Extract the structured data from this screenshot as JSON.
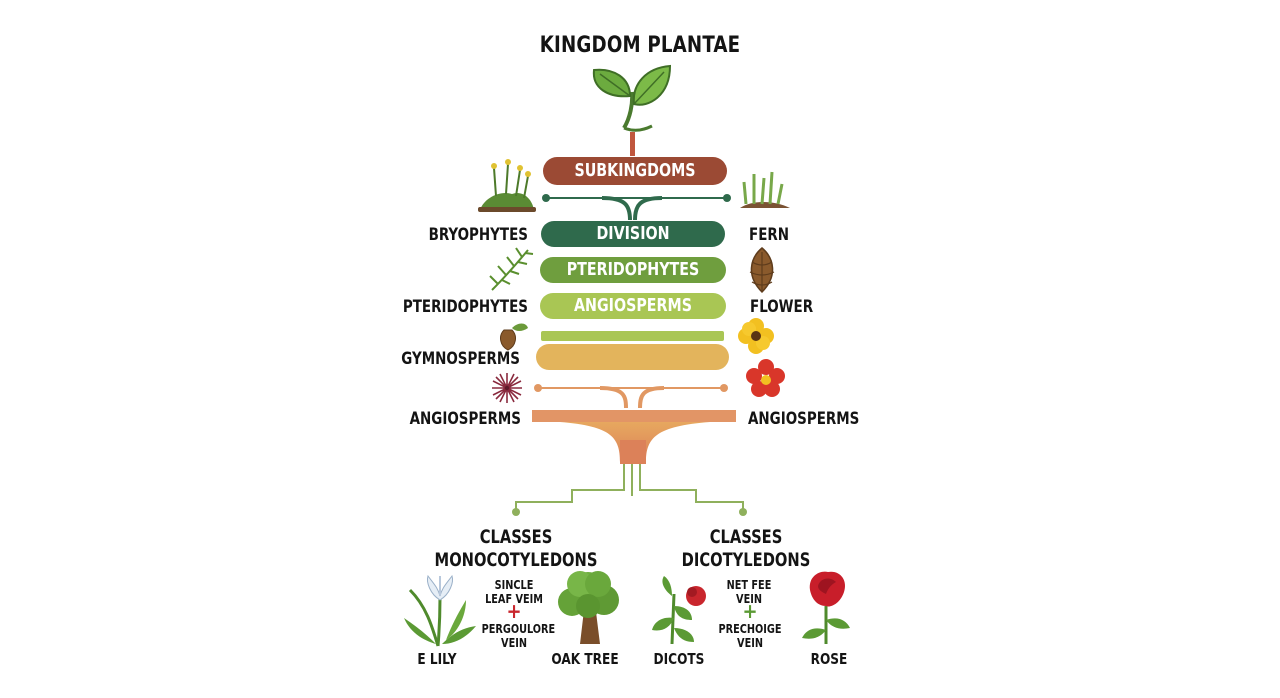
{
  "title": "KINGDOM PLANTAE",
  "bands": {
    "subkingdoms": "SUBKINGDOMS",
    "division": "DIVISION",
    "pteridophytes": "PTERIDOPHYTES",
    "angiosperms": "ANGIOSPERMS"
  },
  "left_labels": [
    "BRYOPHYTES",
    "PTERIDOPHYTES",
    "GYMNOSPERMS",
    "ANGIOSPERMS"
  ],
  "right_labels": [
    "FERN",
    "FLOWER",
    "ANGIOSPERMS"
  ],
  "classes": {
    "mono": {
      "heading": "CLASSES",
      "name": "MONOCOTYLEDONS",
      "note1": "SINCLE LEAF VEIM",
      "plus": "+",
      "note2": "PERGOULORE VEIN",
      "cap_left": "E LILY",
      "cap_right": "OAK TREE"
    },
    "di": {
      "heading": "CLASSES",
      "name": "DICOTYLEDONS",
      "note1": "NET FEE VEIN",
      "plus": "+",
      "note2": "PRECHOIGE VEIN",
      "cap_left": "DICOTS",
      "cap_right": "ROSE"
    }
  },
  "colors": {
    "subkingdoms": "#9b4a34",
    "division": "#2f6a4c",
    "pteridophytes": "#6f9e3e",
    "angiosperms": "#a9c654",
    "gymno": "#e3b45c",
    "trunk": "#df8a5d",
    "connector": "#8fb05c"
  }
}
